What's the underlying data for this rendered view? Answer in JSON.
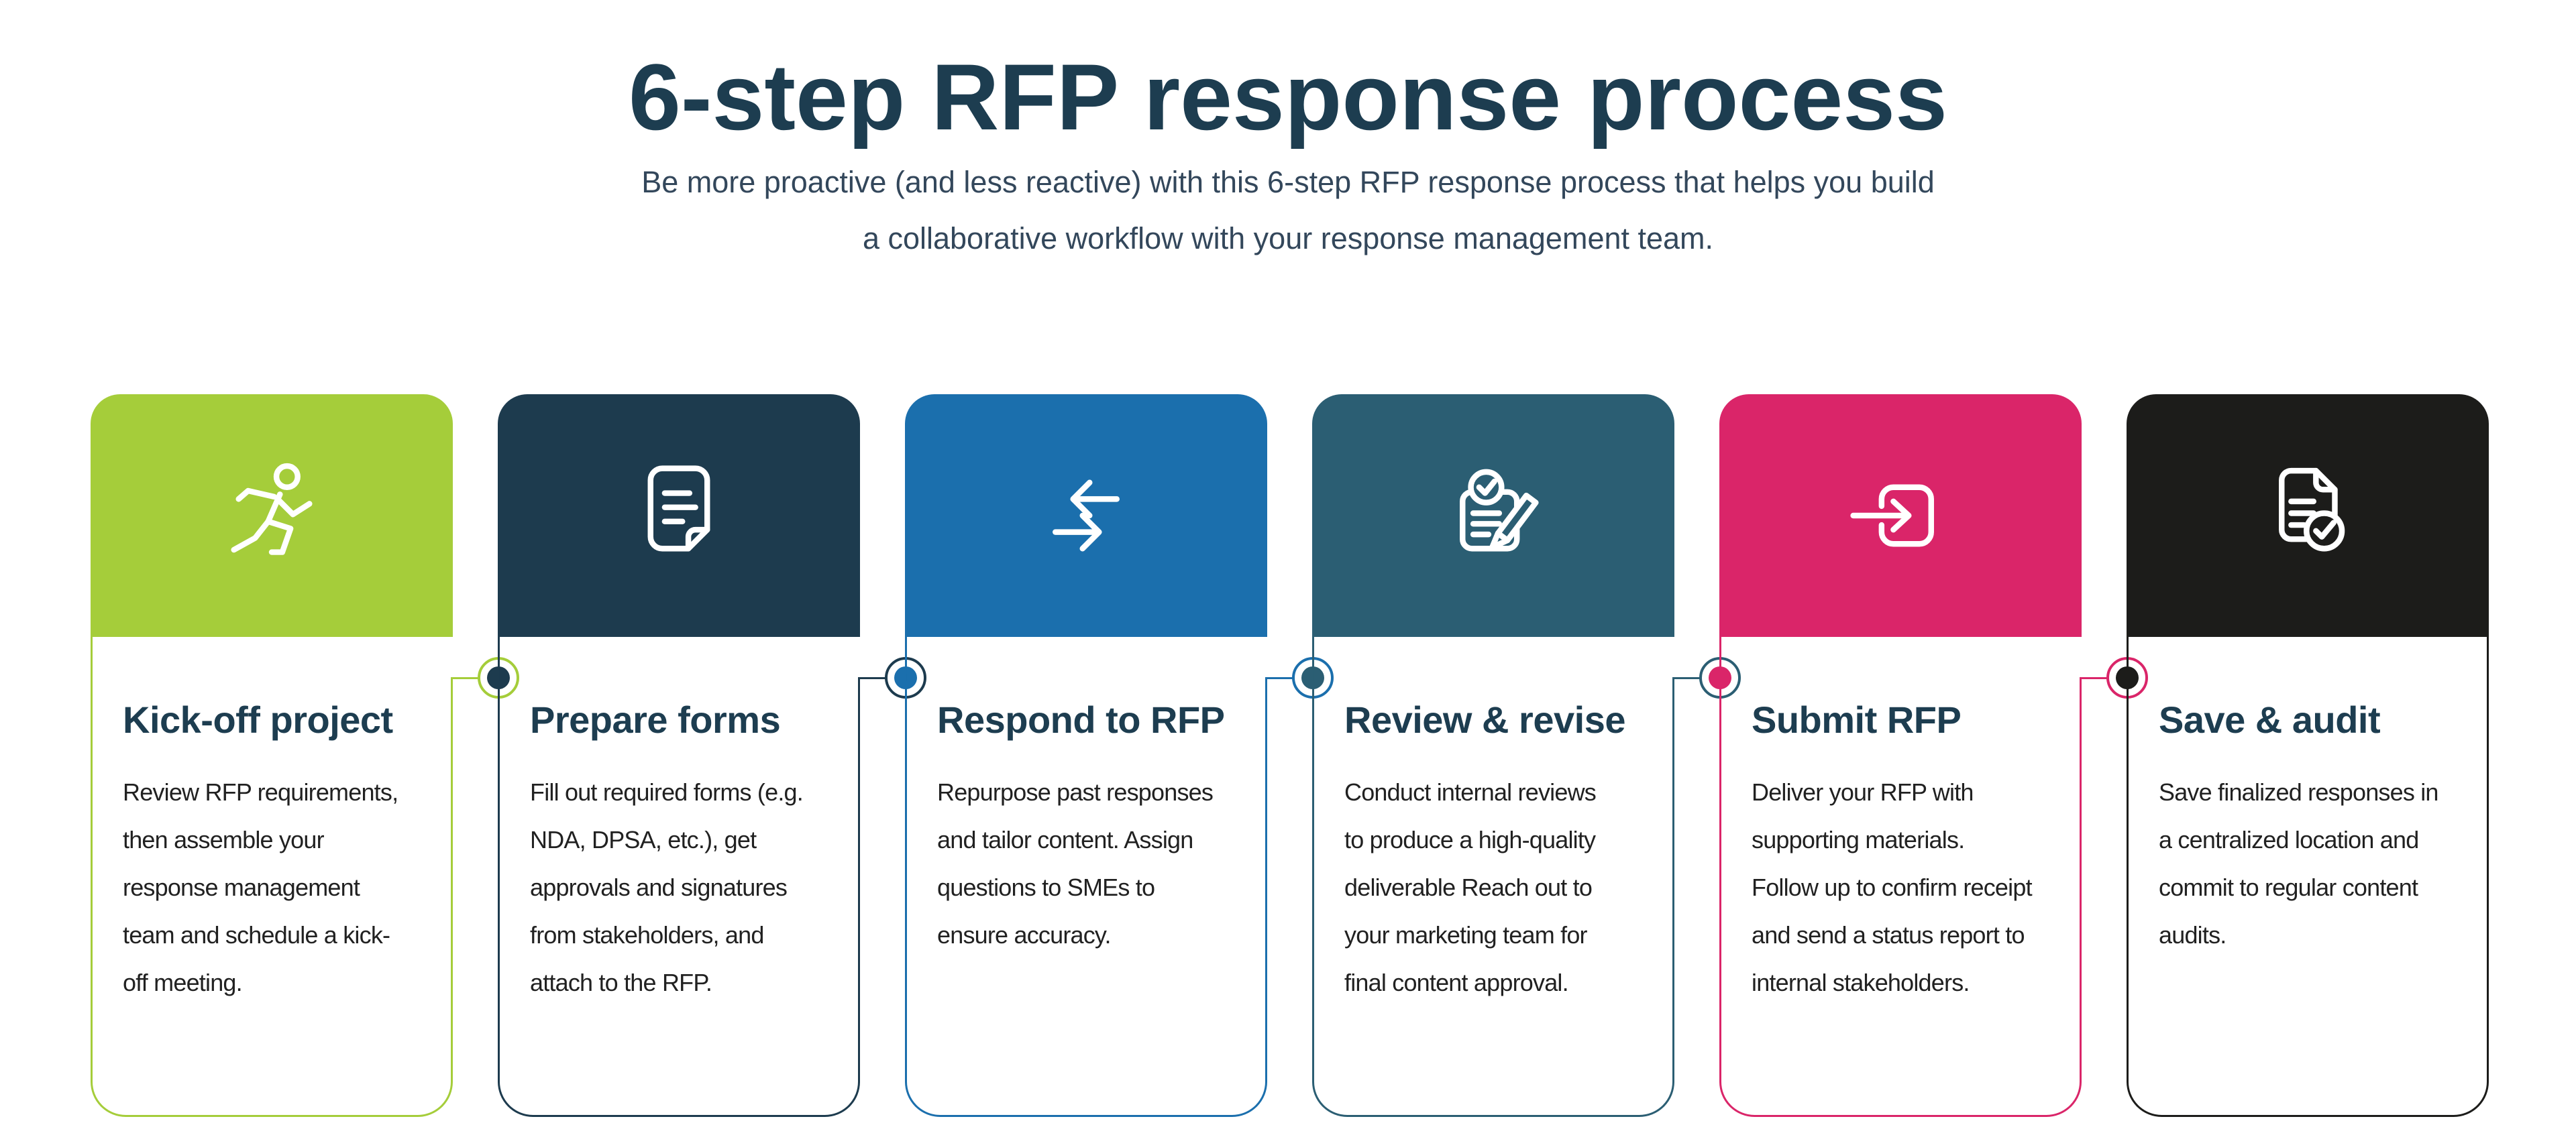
{
  "page": {
    "title": "6-step RFP response process",
    "subtitle_line1": "Be more proactive (and less reactive) with this 6-step RFP response process that helps you build",
    "subtitle_line2": "a collaborative workflow with your response management team."
  },
  "colors": {
    "title_text": "#1d3d50",
    "subtitle_text": "#33475b",
    "body_text": "#212121",
    "background": "#ffffff"
  },
  "steps": [
    {
      "title": "Kick-off project",
      "color": "#a5cd3a",
      "icon": "runner-icon",
      "description_lines": [
        "Review RFP requirements,",
        "then assemble your",
        "response management",
        "team and schedule a kick-",
        "off meeting."
      ]
    },
    {
      "title": "Prepare forms",
      "color": "#1d3b4e",
      "icon": "document-icon",
      "description_lines": [
        "Fill out required forms (e.g.",
        "NDA, DPSA, etc.), get",
        "approvals and signatures",
        "from stakeholders, and",
        "attach to the RFP."
      ]
    },
    {
      "title": "Respond to RFP",
      "color": "#1b6fad",
      "icon": "transfer-arrows-icon",
      "description_lines": [
        "Repurpose past responses",
        "and tailor content. Assign",
        "questions to SMEs to",
        "ensure accuracy."
      ]
    },
    {
      "title": "Review & revise",
      "color": "#2b5e73",
      "icon": "note-pencil-check-icon",
      "description_lines": [
        "Conduct internal reviews",
        "to produce a high-quality",
        "deliverable Reach out to",
        "your marketing team for",
        "final content approval."
      ]
    },
    {
      "title": "Submit RFP",
      "color": "#da2569",
      "icon": "submit-arrow-icon",
      "description_lines": [
        "Deliver your RFP with",
        "supporting materials.",
        "Follow up to confirm receipt",
        "and send a status report to",
        "internal stakeholders."
      ]
    },
    {
      "title": "Save & audit",
      "color": "#1c1c1a",
      "icon": "document-check-icon",
      "description_lines": [
        "Save finalized responses in",
        "a centralized location and",
        "commit to regular content",
        "audits."
      ]
    }
  ]
}
